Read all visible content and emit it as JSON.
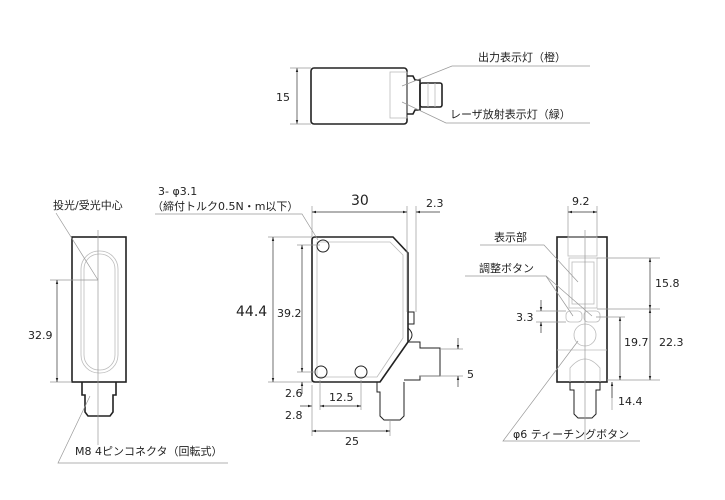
{
  "top_view": {
    "dim_height": "15",
    "label_output_led": "出力表示灯（橙）",
    "label_laser_led": "レーザ放射表示灯（緑）"
  },
  "side_view": {
    "label_center": "投光/受光中心",
    "dim_center": "32.9",
    "label_connector": "M8  4ピンコネクタ（回転式）"
  },
  "front_view": {
    "label_holes": "3- φ3.1",
    "label_torque": "（締付トルク0.5N・m以下）",
    "dim_width": "30",
    "dim_offset": "2.3",
    "dim_height": "44.4",
    "dim_hole_pitch_v": "39.2",
    "dim_connector": "5",
    "dim_hole_bottom": "2.6",
    "dim_hole_side": "2.8",
    "dim_hole_pitch_h": "12.5",
    "dim_connector_pos": "25"
  },
  "rear_view": {
    "dim_width": "9.2",
    "label_display": "表示部",
    "label_buttons": "調整ボタン",
    "dim_display": "15.8",
    "dim_button": "3.3",
    "dim_teach": "19.7",
    "dim_buttons_pos": "22.3",
    "dim_bottom": "14.4",
    "label_teach": "φ6 ティーチングボタン"
  }
}
